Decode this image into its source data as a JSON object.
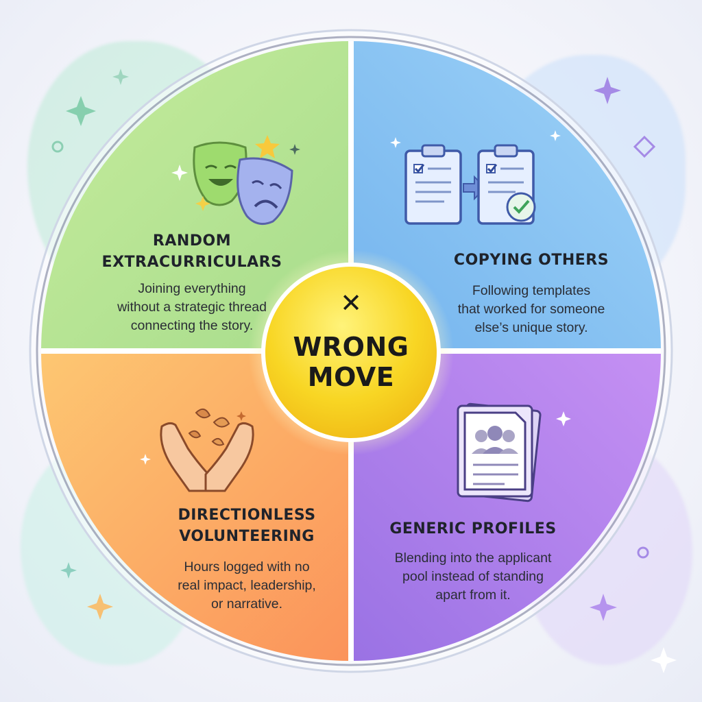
{
  "center": {
    "symbol": "✕",
    "label_line1": "WRONG",
    "label_line2": "MOVE",
    "color": "#f7d21d"
  },
  "quadrants": [
    {
      "title_line1": "RANDOM",
      "title_line2": "EXTRACURRICULARS",
      "desc_line1": "Joining everything",
      "desc_line2": "without a strategic thread",
      "desc_line3": "connecting the story.",
      "icon": "theater-masks-icon",
      "color": "#b7e58f"
    },
    {
      "title_line1": "COPYING OTHERS",
      "desc_line1": "Following templates",
      "desc_line2": "that worked for someone",
      "desc_line3": "else’s unique story.",
      "icon": "clipboard-copy-icon",
      "color": "#8fcaf5"
    },
    {
      "title_line1": "DIRECTIONLESS",
      "title_line2": "VOLUNTEERING",
      "desc_line1": "Hours logged with no",
      "desc_line2": "real impact, leadership,",
      "desc_line3": "or narrative.",
      "icon": "open-hands-leaves-icon",
      "color": "#fbb56a"
    },
    {
      "title_line1": "GENERIC PROFILES",
      "desc_line1": "Blending into the applicant",
      "desc_line2": "pool instead of standing",
      "desc_line3": "apart from it.",
      "icon": "profile-documents-icon",
      "color": "#b98af0"
    }
  ]
}
